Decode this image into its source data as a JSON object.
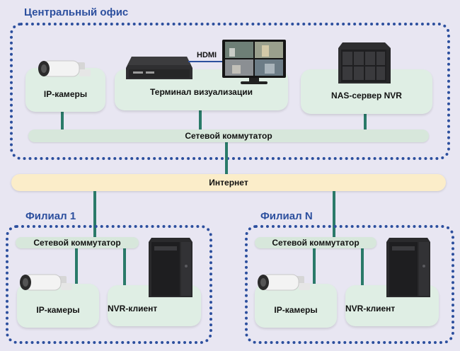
{
  "central_office": {
    "title": "Центральный офис",
    "ip_cameras_label": "IP-камеры",
    "terminal_label": "Терминал визуализации",
    "nas_label": "NAS-сервер NVR",
    "hdmi_label": "HDMI",
    "switch_label": "Сетевой коммутатор"
  },
  "internet": {
    "label": "Интернет"
  },
  "branch_1": {
    "title": "Филиал 1",
    "switch_label": "Сетевой коммутатор",
    "ip_cameras_label": "IP-камеры",
    "nvr_client_label": "NVR-клиент"
  },
  "branch_n": {
    "title": "Филиал N",
    "switch_label": "Сетевой коммутатор",
    "ip_cameras_label": "IP-камеры",
    "nvr_client_label": "NVR-клиент"
  },
  "colors": {
    "title_blue": "#2c4f9e",
    "card_green": "#dfeee4",
    "wire_green": "#2a7a69",
    "internet_cream": "#fbedc9",
    "background": "#e8e6f2"
  }
}
